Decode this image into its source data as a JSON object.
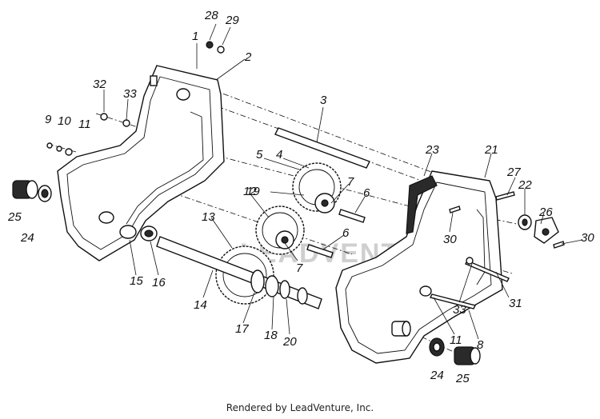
{
  "diagram": {
    "callouts": [
      "1",
      "2",
      "3",
      "4",
      "5",
      "6",
      "6",
      "7",
      "7",
      "8",
      "9",
      "10",
      "11",
      "11",
      "12",
      "13",
      "14",
      "15",
      "16",
      "17",
      "18",
      "19",
      "20",
      "21",
      "22",
      "23",
      "24",
      "24",
      "25",
      "25",
      "26",
      "27",
      "28",
      "29",
      "30",
      "30",
      "31",
      "32",
      "33",
      "33"
    ],
    "watermark": "LEADVENTURE"
  },
  "footer": {
    "text": "Rendered by LeadVenture, Inc."
  }
}
